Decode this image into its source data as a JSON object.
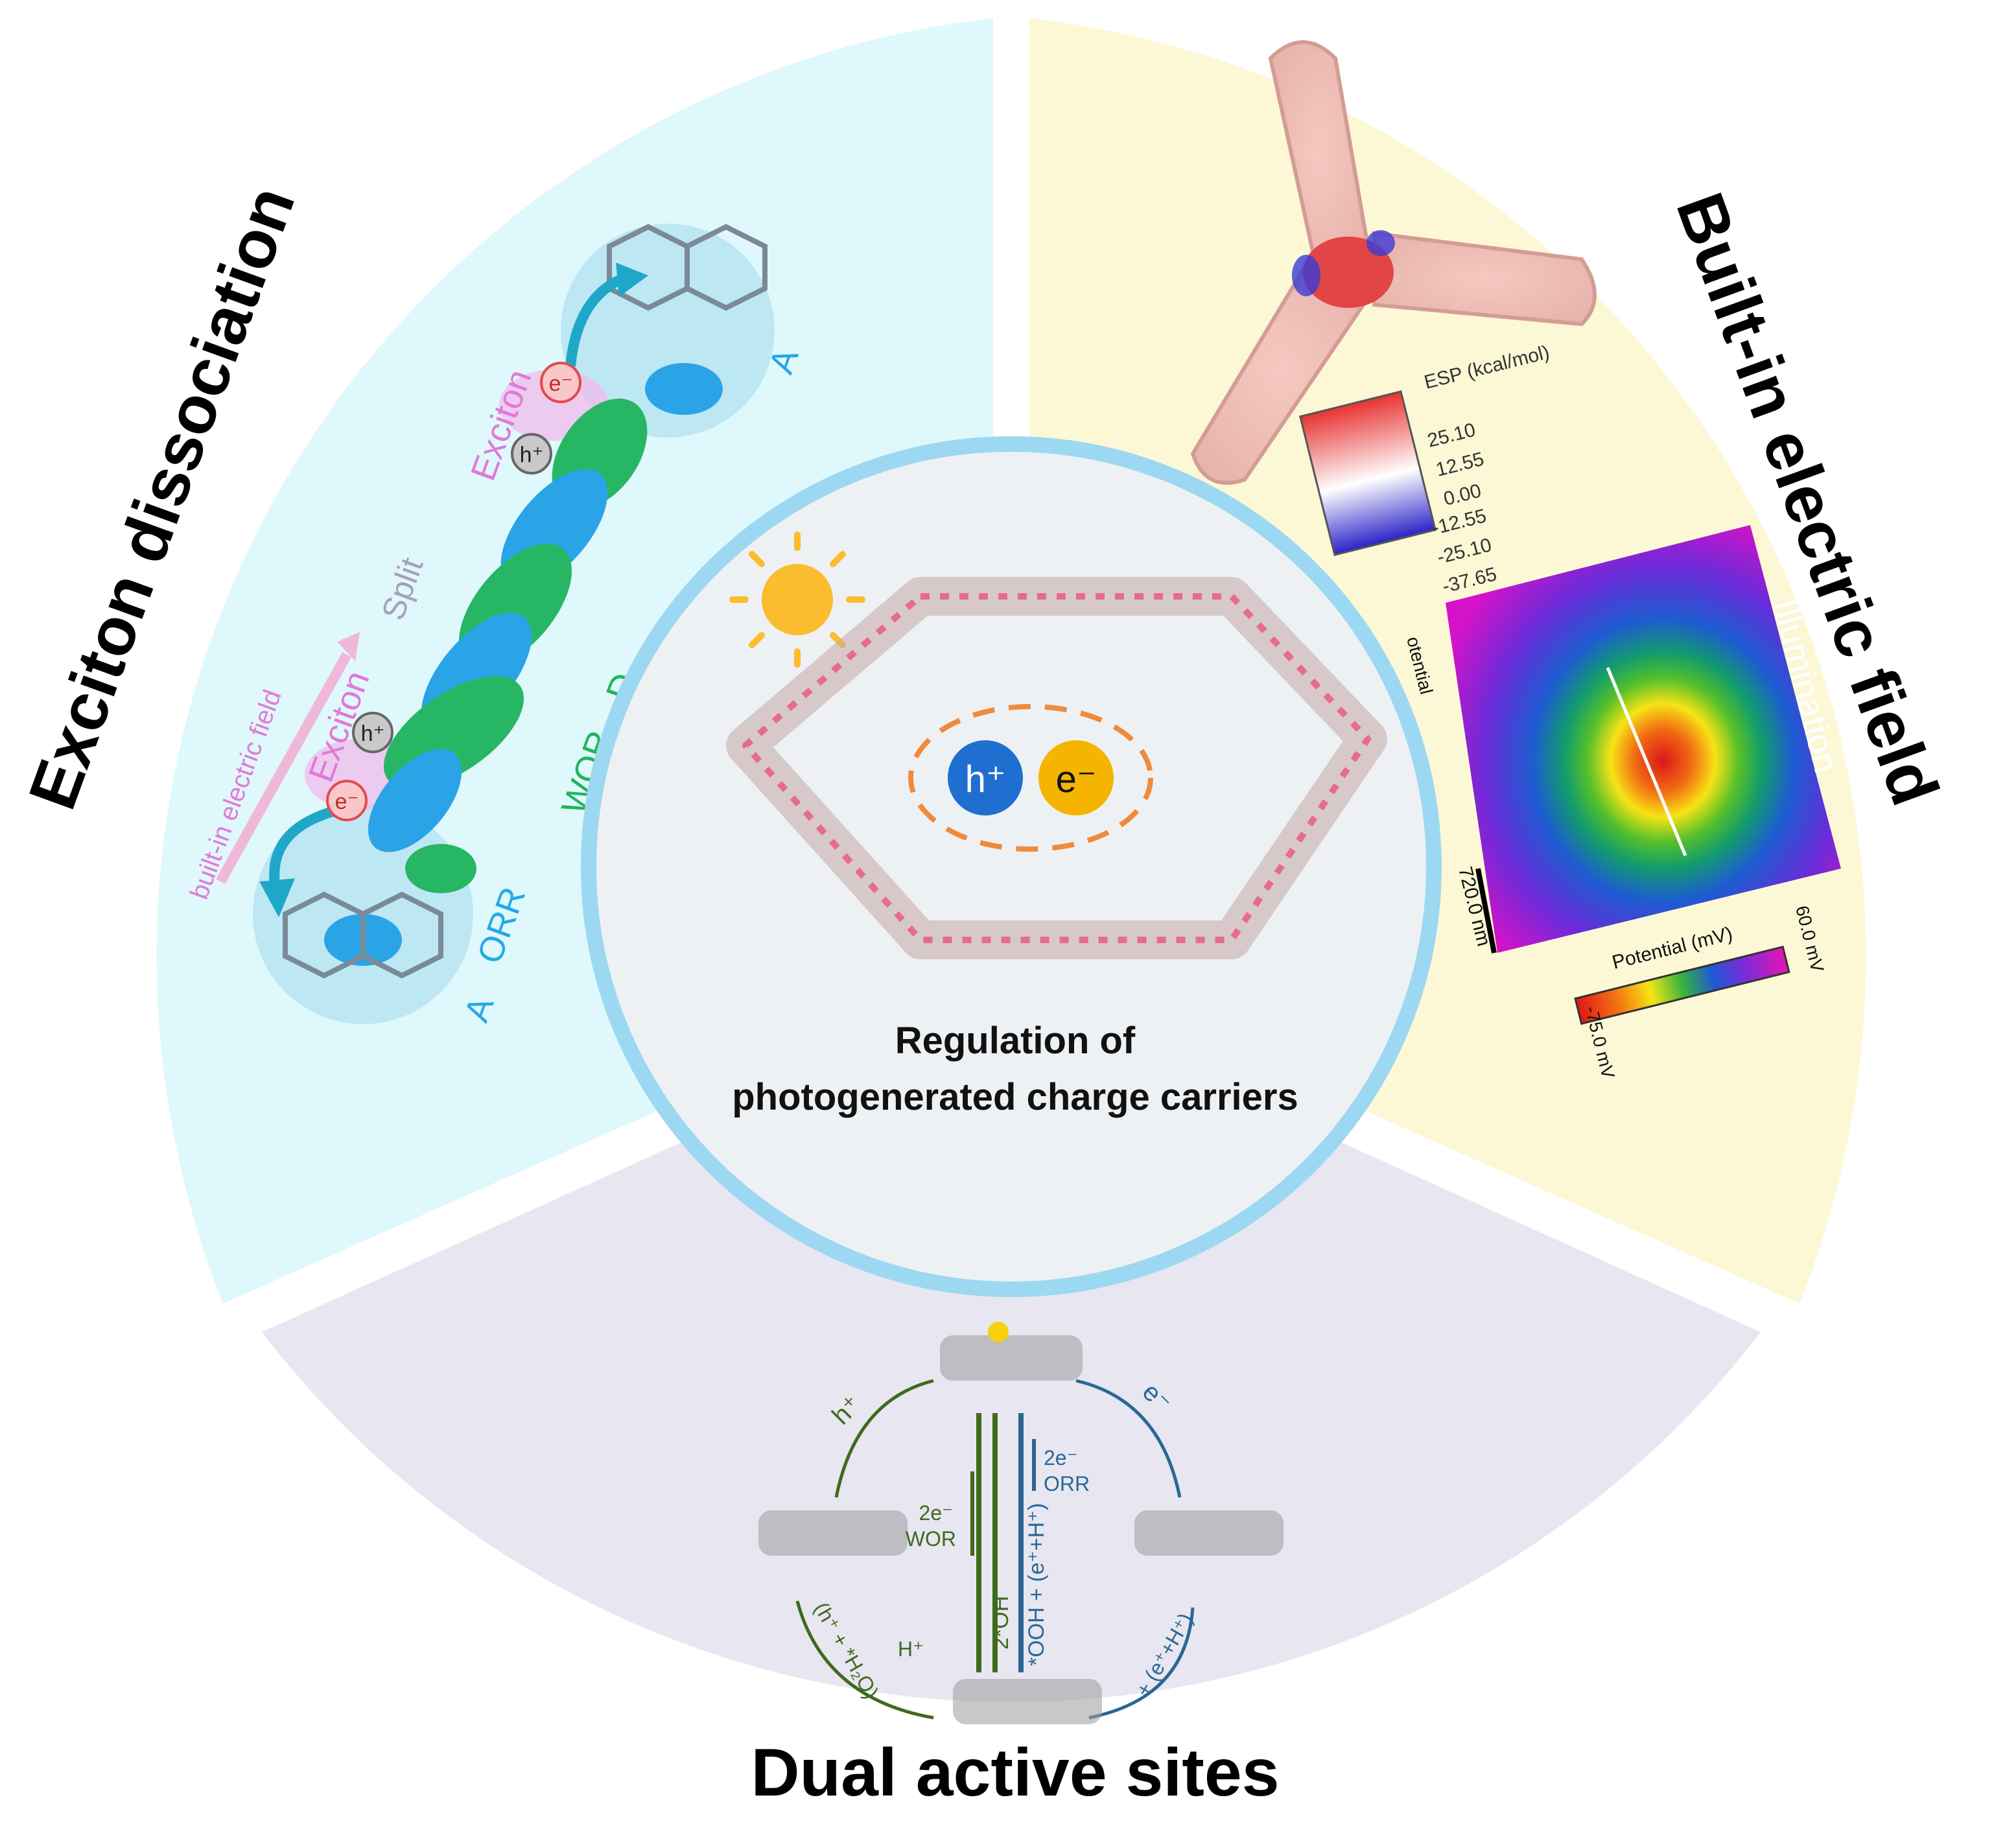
{
  "sectors": {
    "exciton": {
      "title": "Exciton dissociation",
      "labels": {
        "exciton_top": "Exciton",
        "exciton_bottom": "Exciton",
        "split": "Split",
        "builtin": "built-in electric field",
        "wor": "WOR",
        "orr": "ORR",
        "donor": "D",
        "acceptor_top": "A",
        "acceptor_bottom": "A",
        "electron": "e⁻",
        "hole": "h⁺"
      },
      "colors": {
        "bg": "#dff8fc",
        "green": "#21b45a",
        "blue": "#24a8e6",
        "pink": "#e07ad6"
      }
    },
    "field": {
      "title": "Built-in electric field",
      "esp": {
        "title": "ESP (kcal/mol)",
        "ticks": [
          "25.10",
          "12.55",
          "0.00",
          "-12.55",
          "-25.10",
          "-37.65"
        ]
      },
      "kpfm": {
        "illumination": "Illumination",
        "axis_label": "otential",
        "scale_label": "720.0 nm",
        "bar_title": "Potential (mV)",
        "min": "-75.0 mV",
        "max": "60.0 mV"
      },
      "colors": {
        "bg": "#fcf8d6"
      }
    },
    "dual": {
      "title": "Dual active sites",
      "labels": {
        "h_plus": "h⁺",
        "e_minus": "e⁻",
        "wor_2e": "2e⁻",
        "wor": "WOR",
        "orr_2e": "2e⁻",
        "orr": "ORR",
        "oh": "2*OH",
        "ooh": "*OOH + (e⁺+H⁺)",
        "left_cond": "(h⁺ + *H₂O)",
        "right_cond": "+ (e⁺+H⁺)",
        "hplus_cycle": "H⁺"
      },
      "colors": {
        "bg": "#e7e6f1",
        "green": "#3e6a1d",
        "blue": "#2a6894"
      }
    }
  },
  "center": {
    "line1": "Regulation of",
    "line2": "photogenerated charge carriers",
    "hole_label": "h⁺",
    "electron_label": "e⁻",
    "colors": {
      "ring": "#9cd8f2",
      "disc": "#eef1f4",
      "hole": "#1f6fd0",
      "electron": "#f4b400",
      "dash": "#f08a3c",
      "sun": "#fbbd2e"
    }
  }
}
